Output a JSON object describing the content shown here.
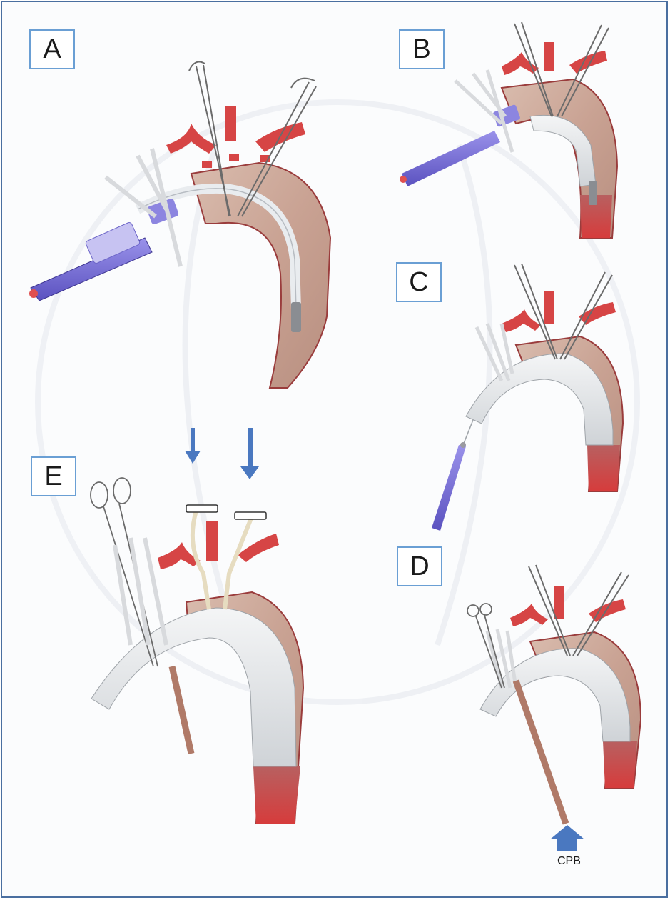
{
  "panels": {
    "a": {
      "label": "A"
    },
    "b": {
      "label": "B"
    },
    "c": {
      "label": "C"
    },
    "d": {
      "label": "D"
    },
    "e": {
      "label": "E"
    }
  },
  "annotations": {
    "cpb": "CPB"
  },
  "colors": {
    "frame_border": "#4a6fa0",
    "label_border": "#6a9fd4",
    "aorta_tissue": "#c9a89a",
    "vessel_red": "#d64545",
    "stent_graft": "#e8eaec",
    "delivery_purple": "#7b72d6",
    "arrow_blue": "#4a78c0"
  },
  "icons": [
    "surgical-clamp-icon",
    "down-arrow-icon",
    "up-arrow-icon",
    "hemostat-icon"
  ]
}
